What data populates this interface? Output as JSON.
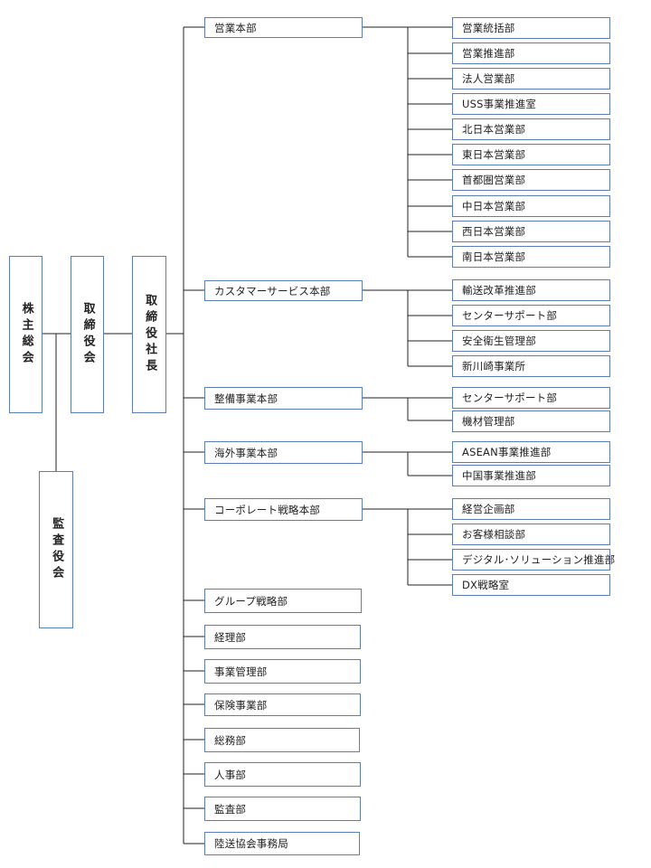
{
  "colors": {
    "border": "#5b7fb4",
    "line": "#222222"
  },
  "top": {
    "shareholders": "株主総会",
    "board": "取締役会",
    "president": "取締役社長",
    "auditors": "監査役会"
  },
  "divisions": [
    {
      "name": "営業本部",
      "children": [
        "営業統括部",
        "営業推進部",
        "法人営業部",
        "USS事業推進室",
        "北日本営業部",
        "東日本営業部",
        "首都圏営業部",
        "中日本営業部",
        "西日本営業部",
        "南日本営業部"
      ]
    },
    {
      "name": "カスタマーサービス本部",
      "children": [
        "輸送改革推進部",
        "センターサポート部",
        "安全衛生管理部",
        "新川崎事業所"
      ]
    },
    {
      "name": "整備事業本部",
      "children": [
        "センターサポート部",
        "機材管理部"
      ]
    },
    {
      "name": "海外事業本部",
      "children": [
        "ASEAN事業推進部",
        "中国事業推進部"
      ]
    },
    {
      "name": "コーポレート戦略本部",
      "children": [
        "経営企画部",
        "お客様相談部",
        "デジタル･ソリューション推進部",
        "DX戦略室"
      ]
    }
  ],
  "departments": [
    "グループ戦略部",
    "経理部",
    "事業管理部",
    "保険事業部",
    "総務部",
    "人事部",
    "監査部",
    "陸送協会事務局"
  ]
}
